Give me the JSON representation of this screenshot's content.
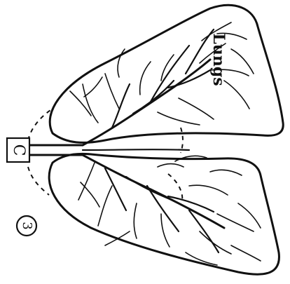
{
  "diagram": {
    "lungs_label": "Lungs",
    "box_label": "C",
    "figure_number": "3"
  }
}
